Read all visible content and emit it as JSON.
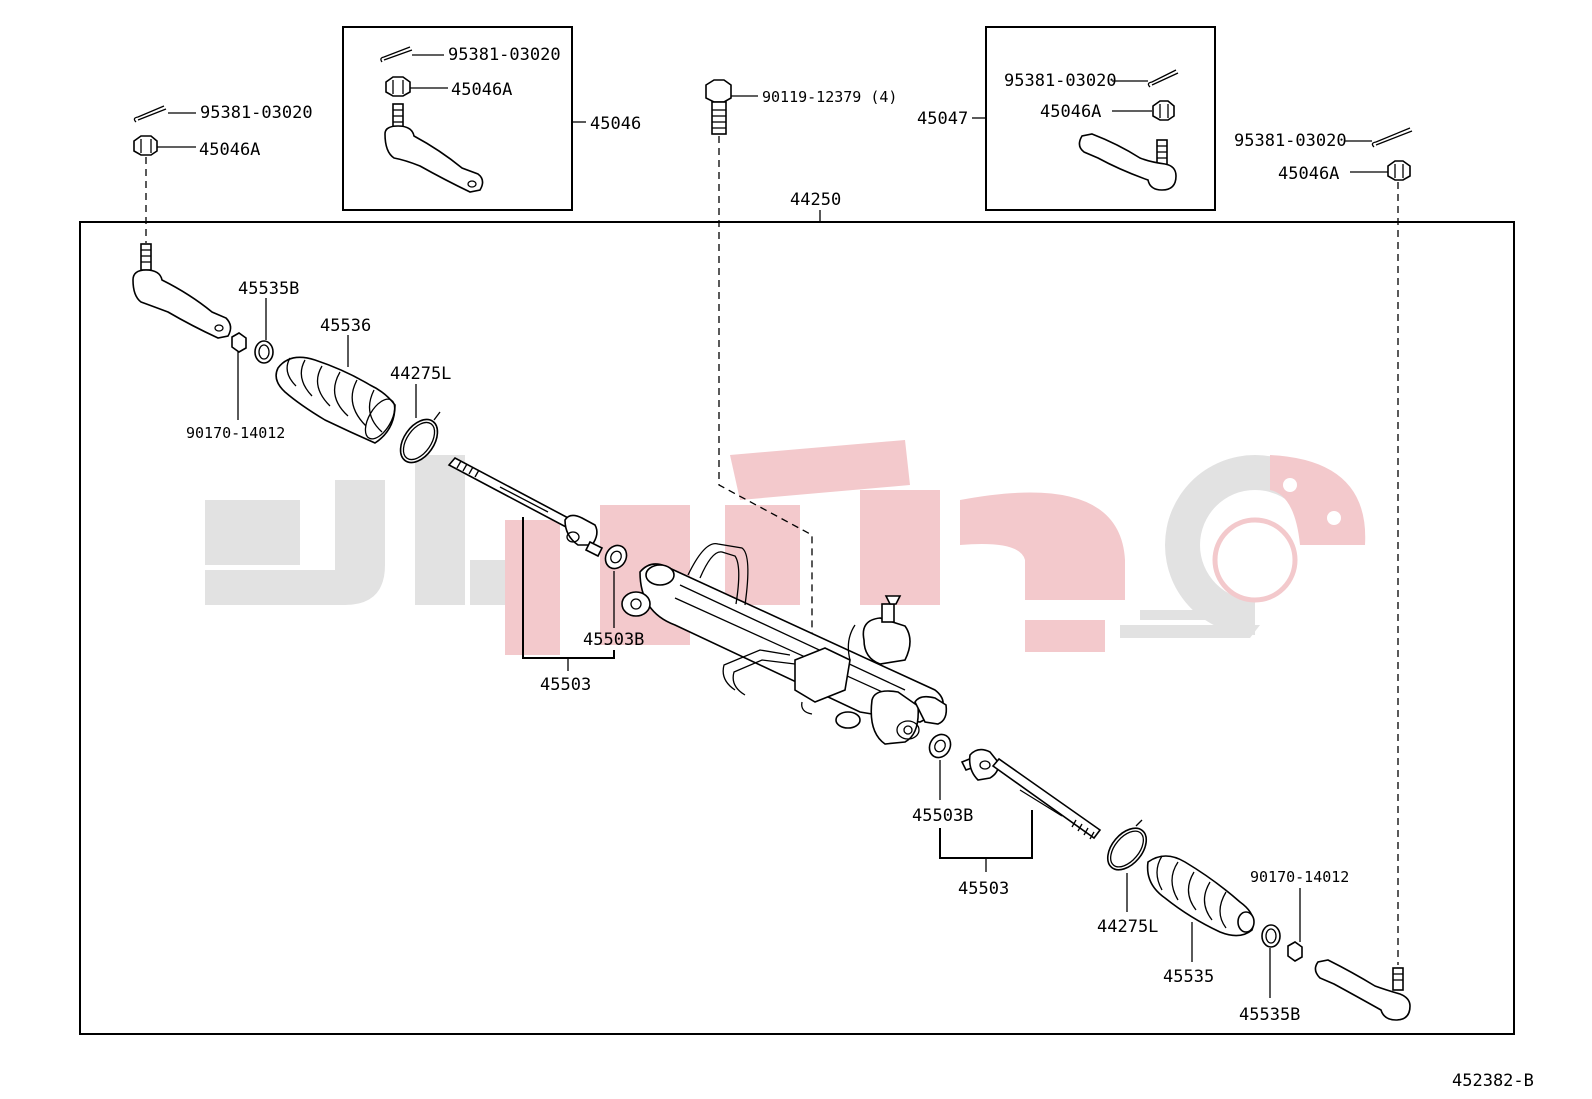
{
  "diagram": {
    "figure_code": "452382-B",
    "assembly": "44250",
    "groups": {
      "left_kit": "45046",
      "right_kit": "45047",
      "left_inner_end": "45503",
      "right_inner_end": "45503"
    },
    "labels": {
      "cotter_pin_lo": "95381-03020",
      "nut_lo": "45046A",
      "cotter_pin_kit_l": "95381-03020",
      "nut_kit_l": "45046A",
      "bolt": "90119-12379 (4)",
      "cotter_pin_kit_r": "95381-03020",
      "nut_kit_r": "45046A",
      "cotter_pin_ro": "95381-03020",
      "nut_ro": "45046A",
      "clip_l": "45535B",
      "boot_l": "45536",
      "clamp_l": "44275L",
      "lock_nut_l": "90170-14012",
      "washer_l": "45503B",
      "washer_r": "45503B",
      "clamp_r": "44275L",
      "lock_nut_r": "90170-14012",
      "boot_r": "45535",
      "clip_r": "45535B"
    }
  }
}
